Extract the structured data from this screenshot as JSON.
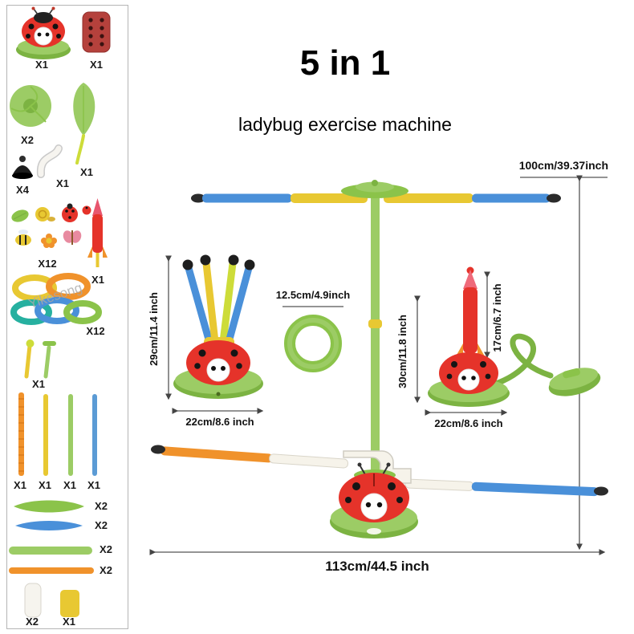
{
  "header": {
    "title": "5 in 1",
    "subtitle": "ladybug exercise machine"
  },
  "watermark": "Yikesong",
  "dimensions": {
    "total_height": "100cm/39.37inch",
    "total_width": "113cm/44.5 inch",
    "left_toy_height": "29cm/11.4 inch",
    "left_toy_width": "22cm/8.6 inch",
    "ring_diameter": "12.5cm/4.9inch",
    "right_toy_height": "30cm/11.8 inch",
    "rocket_height": "17cm/6.7 inch",
    "right_toy_width": "22cm/8.6 inch"
  },
  "parts": {
    "ladybug_base_qty": "X1",
    "remote_qty": "X1",
    "green_disc_qty": "X2",
    "leaf_blade_qty": "X1",
    "suction_cup_qty": "X4",
    "white_tube_qty": "X1",
    "insect_toys_qty": "X12",
    "rocket_qty": "X1",
    "rings_qty": "X12",
    "hammer_sticks_qty": "X1",
    "pole_orange_qty": "X1",
    "pole_yellow_qty": "X1",
    "pole_green_qty": "X1",
    "pole_blue_qty": "X1",
    "spindle_green_qty": "X2",
    "spindle_blue_qty": "X2",
    "long_pole_green_qty": "X2",
    "long_pole_orange_qty": "X2",
    "foam_white_qty": "X2",
    "foam_yellow_qty": "X1"
  }
}
